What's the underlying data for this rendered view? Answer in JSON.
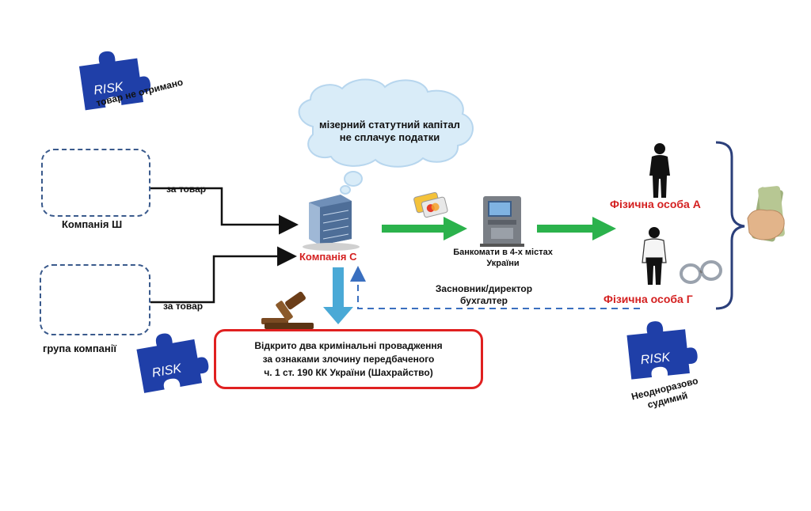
{
  "risk_badges": {
    "top_label": "товар не отримано",
    "bottom_right_label_line1": "Неодноразово",
    "bottom_right_label_line2": "судимий",
    "puzzle_text": "RISK"
  },
  "company_sh": {
    "label": "Компанія Ш"
  },
  "group": {
    "label": "група компанії"
  },
  "company_c": {
    "label": "Компанія С"
  },
  "flows": {
    "goods_top": "за товар",
    "goods_bottom": "за товар"
  },
  "cloud": {
    "line1": "мізерний статутний капітал",
    "line2": "не сплачує податки"
  },
  "atm": {
    "line1": "Банкомати в 4-х містах",
    "line2": "України"
  },
  "founder": {
    "line1": "Засновник/директор",
    "line2": "бухгалтер"
  },
  "person_a": {
    "label": "Фізична особа А"
  },
  "person_g": {
    "label": "Фізична особа Г"
  },
  "case": {
    "line1": "Відкрито два кримінальні провадження",
    "line2": "за ознаками злочину передбаченого",
    "line3": "ч. 1 ст. 190 КК України (Шахрайство)"
  },
  "colors": {
    "risk_blue": "#1f3fa8",
    "green_arrow": "#2bb24c",
    "cyan_arrow": "#4aa9d6",
    "dash_blue": "#3a6fbf",
    "red_text": "#d42020"
  }
}
